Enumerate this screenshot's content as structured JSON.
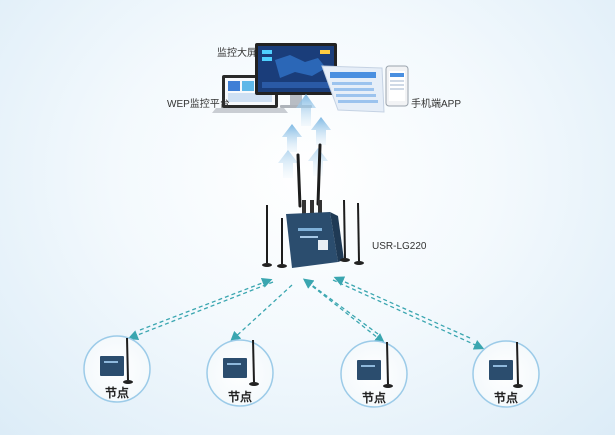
{
  "labels": {
    "big_screen": "监控大屏",
    "web_platform": "WEP监控平台",
    "mobile_app": "手机端APP",
    "gateway": "USR-LG220"
  },
  "nodes": [
    {
      "label": "节点"
    },
    {
      "label": "节点"
    },
    {
      "label": "节点"
    },
    {
      "label": "节点"
    }
  ],
  "colors": {
    "arrow": "#8fc3e8",
    "dashed_link": "#3aa6b0",
    "device_body": "#2b4d6e",
    "node_ring": "#9ccbe8",
    "screen": "#1a3d7a"
  },
  "icons": {
    "big_screen": "monitor-icon",
    "web_platform": "laptop-icon",
    "mobile_app": "smartphone-icon",
    "gateway": "lora-gateway-icon",
    "node": "lora-node-icon"
  }
}
